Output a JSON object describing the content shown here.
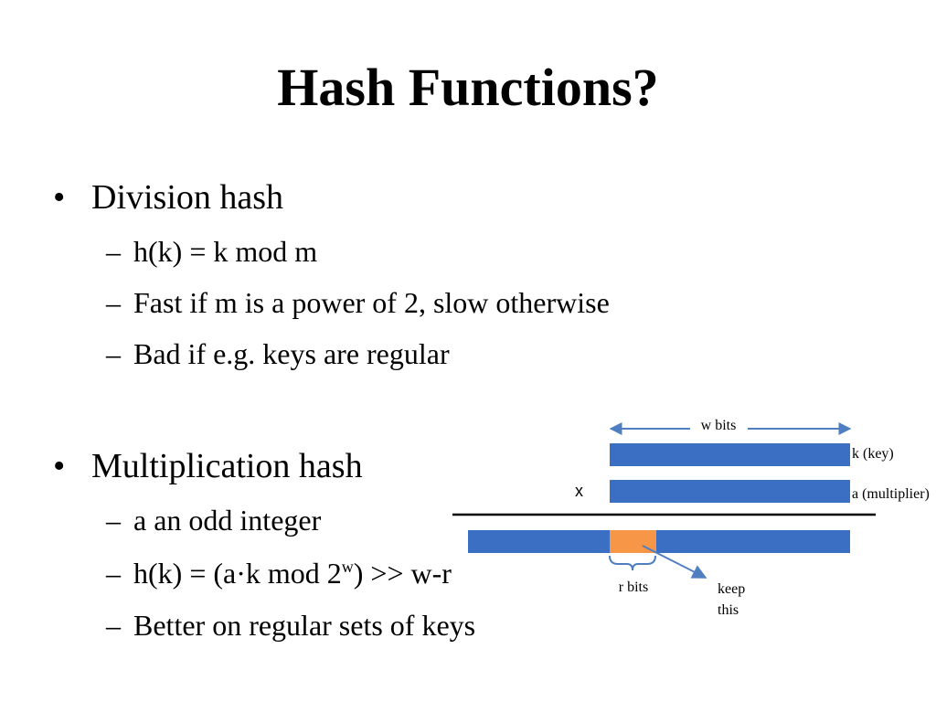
{
  "slide": {
    "title": "Hash Functions?",
    "bullet_glyph": "•",
    "dash_glyph": "–",
    "sections": [
      {
        "heading": "Division hash",
        "items": [
          "h(k) = k mod m",
          "Fast if m is a power of 2, slow otherwise",
          "Bad if e.g. keys are regular"
        ]
      },
      {
        "heading": "Multiplication hash",
        "items": [
          "a an odd integer",
          "Better on regular sets of keys"
        ],
        "formula": {
          "lhs": "h(k) = (a·k mod 2",
          "exponent": "w",
          "rhs": ") >> w-r"
        }
      }
    ]
  },
  "diagram": {
    "width_label": "w bits",
    "key_label": "k (key)",
    "multiplier_label": "a (multiplier)",
    "times_symbol": "x",
    "r_bits_label": "r bits",
    "keep_label_line1": "keep",
    "keep_label_line2": "this",
    "colors": {
      "bar": "#3A6FC4",
      "highlight": "#F79646",
      "arrow": "#4F7FC1",
      "rule": "#000000"
    }
  }
}
